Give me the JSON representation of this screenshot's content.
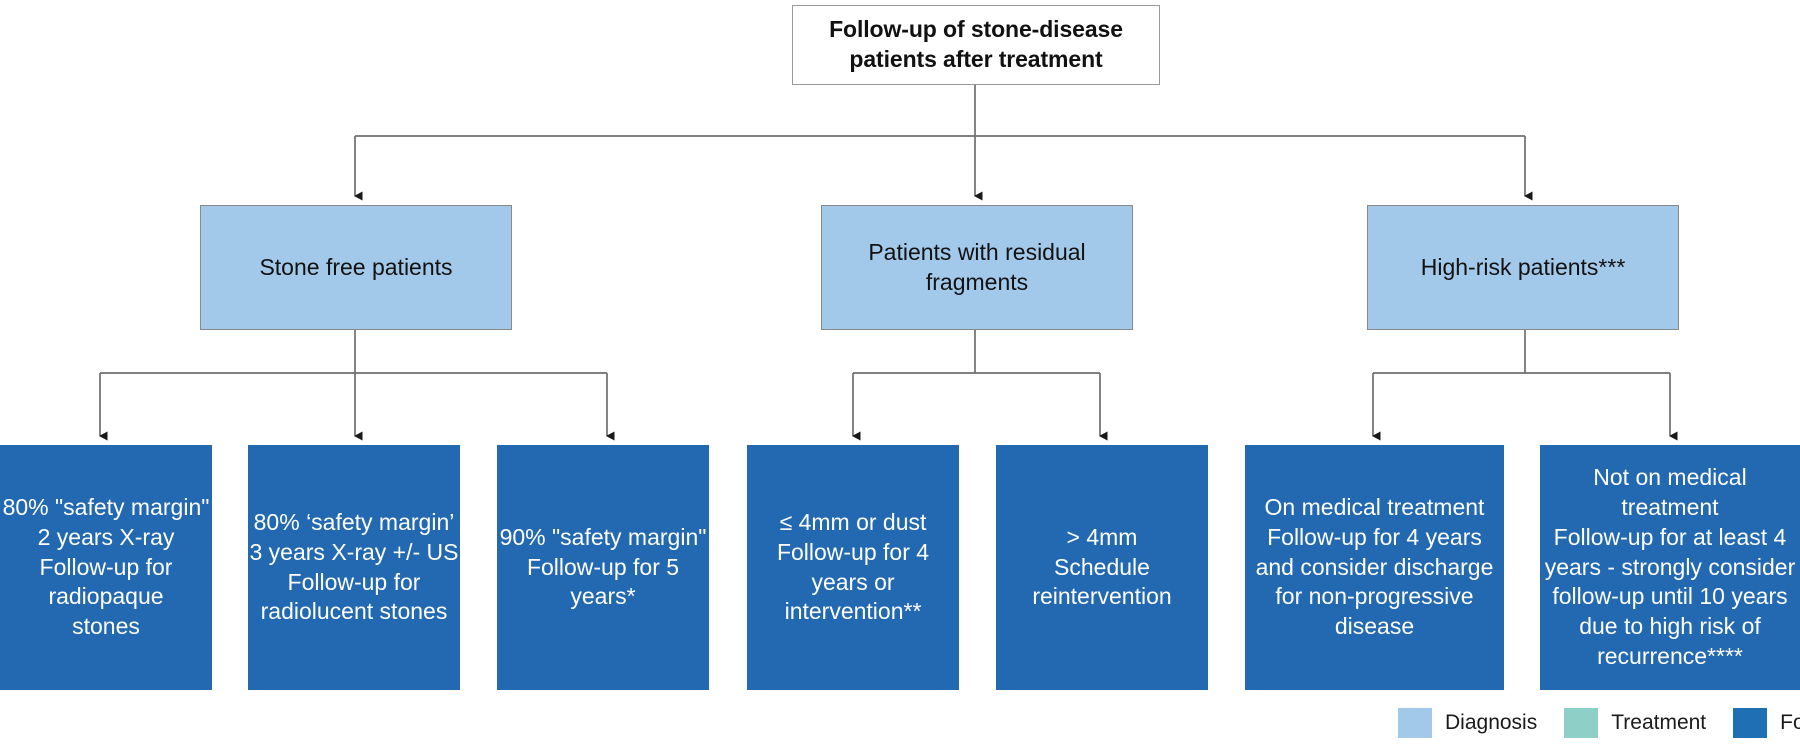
{
  "diagram": {
    "type": "flowchart",
    "title_node": {
      "label": "Follow-up of stone-disease\npatients after treatment",
      "category": "Diagnosis"
    },
    "level2": [
      {
        "label": "Stone free patients",
        "category": "Diagnosis"
      },
      {
        "label": "Patients with residual\nfragments",
        "category": "Diagnosis"
      },
      {
        "label": "High-risk patients***",
        "category": "Diagnosis"
      }
    ],
    "level3": [
      {
        "label": "80% \"safety margin\"\n2 years X-ray\nFollow-up for\nradiopaque\nstones",
        "category": "Follow-up",
        "parent": "Stone free patients"
      },
      {
        "label": "80% ‘safety margin’\n3 years X-ray +/- US\nFollow-up for\nradiolucent stones",
        "category": "Follow-up",
        "parent": "Stone free patients"
      },
      {
        "label": "90% \"safety margin\"\nFollow-up for 5\nyears*",
        "category": "Follow-up",
        "parent": "Stone free patients"
      },
      {
        "label": "≤ 4mm or dust\nFollow-up for 4\nyears or\nintervention**",
        "category": "Follow-up",
        "parent": "Patients with residual fragments"
      },
      {
        "label": "> 4mm\nSchedule\nreintervention",
        "category": "Follow-up",
        "parent": "Patients with residual fragments"
      },
      {
        "label": "On medical treatment\nFollow-up for 4 years\nand consider discharge\nfor non-progressive\ndisease",
        "category": "Follow-up",
        "parent": "High-risk patients***"
      },
      {
        "label": "Not on medical\ntreatment\nFollow-up for at least 4\nyears - strongly consider\nfollow-up until 10 years\ndue to high risk of\nrecurrence****",
        "category": "Follow-up",
        "parent": "High-risk patients***"
      }
    ]
  },
  "legend": {
    "items": [
      {
        "label": "Diagnosis",
        "color": "#a2c9ea"
      },
      {
        "label": "Treatment",
        "color": "#8ed0c8"
      },
      {
        "label": "Follow-up",
        "color": "#1f6fb5"
      }
    ]
  },
  "colors": {
    "diagnosis": "#a2c9ea",
    "treatment": "#8ed0c8",
    "followup": "#2269b2",
    "connector": "#6f6f6f",
    "box_border": "#8a8a8a",
    "background": "#ffffff"
  }
}
